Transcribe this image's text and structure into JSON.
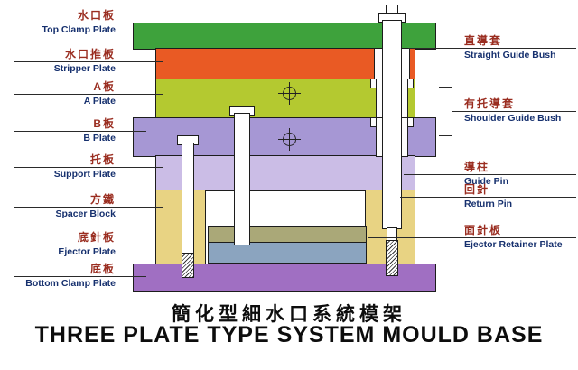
{
  "title": {
    "cn": "簡化型細水口系統模架",
    "en": "THREE PLATE TYPE SYSTEM MOULD BASE"
  },
  "labels_left": [
    {
      "cn": "水口板",
      "en": "Top Clamp Plate"
    },
    {
      "cn": "水口推板",
      "en": "Stripper Plate"
    },
    {
      "cn": "A板",
      "en": "A Plate"
    },
    {
      "cn": "B板",
      "en": "B Plate"
    },
    {
      "cn": "托板",
      "en": "Support Plate"
    },
    {
      "cn": "方鐵",
      "en": "Spacer Block"
    },
    {
      "cn": "底針板",
      "en": "Ejector Plate"
    },
    {
      "cn": "底板",
      "en": "Bottom Clamp Plate"
    }
  ],
  "labels_right": [
    {
      "cn": "直導套",
      "en": "Straight Guide Bush"
    },
    {
      "cn": "有托導套",
      "en": "Shoulder Guide Bush"
    },
    {
      "cn": "導柱",
      "en": "Guide Pin"
    },
    {
      "cn": "回針",
      "en": "Return Pin"
    },
    {
      "cn": "面針板",
      "en": "Ejector Retainer Plate"
    }
  ],
  "colors": {
    "top_clamp_plate": "#3ea23c",
    "stripper_plate": "#e95a24",
    "a_plate": "#b4c930",
    "b_plate": "#a697d4",
    "support_plate": "#cbbde6",
    "spacer_block": "#e8d383",
    "ejector_retainer_plate": "#aaa878",
    "ejector_plate": "#8ba4bf",
    "bottom_clamp_plate": "#a06fc2",
    "label_chinese": "#9a2d20",
    "label_english": "#16306e",
    "title": "#0d0d0d"
  }
}
